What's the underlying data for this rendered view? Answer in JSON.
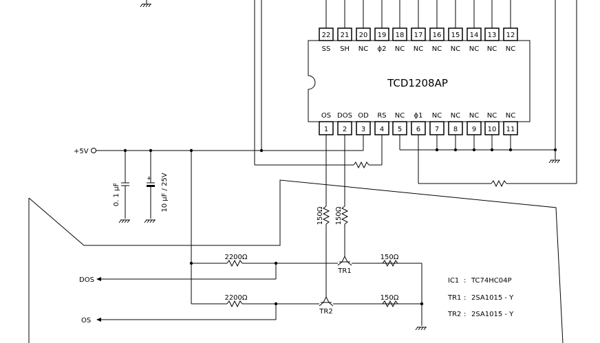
{
  "ic": {
    "name": "TCD1208AP",
    "top_pins": [
      {
        "num": "22",
        "label": "SS"
      },
      {
        "num": "21",
        "label": "SH"
      },
      {
        "num": "20",
        "label": "NC"
      },
      {
        "num": "19",
        "label": "ϕ2"
      },
      {
        "num": "18",
        "label": "NC"
      },
      {
        "num": "17",
        "label": "NC"
      },
      {
        "num": "16",
        "label": "NC"
      },
      {
        "num": "15",
        "label": "NC"
      },
      {
        "num": "14",
        "label": "NC"
      },
      {
        "num": "13",
        "label": "NC"
      },
      {
        "num": "12",
        "label": "NC"
      }
    ],
    "bottom_pins": [
      {
        "num": "1",
        "label": "OS"
      },
      {
        "num": "2",
        "label": "DOS"
      },
      {
        "num": "3",
        "label": "OD"
      },
      {
        "num": "4",
        "label": "RS"
      },
      {
        "num": "5",
        "label": "NC"
      },
      {
        "num": "6",
        "label": "ϕ1"
      },
      {
        "num": "7",
        "label": "NC"
      },
      {
        "num": "8",
        "label": "NC"
      },
      {
        "num": "9",
        "label": "NC"
      },
      {
        "num": "10",
        "label": "NC"
      },
      {
        "num": "11",
        "label": "NC"
      }
    ]
  },
  "labels": {
    "supply": "+5V",
    "cap1": "0. 1 μF",
    "cap2": "10 μF / 25V",
    "r_tr1_emitter": "150Ω",
    "r_tr2_emitter": "150Ω",
    "r_dos_base": "2200Ω",
    "r_os_base": "2200Ω",
    "r_dos_out": "150Ω",
    "r_os_out": "150Ω",
    "tr1": "TR1",
    "tr2": "TR2",
    "out_dos": "DOS",
    "out_os": "OS"
  },
  "legend": [
    {
      "key": "IC1",
      "sep": ":",
      "value": "TC74HC04P"
    },
    {
      "key": "TR1",
      "sep": ":",
      "value": "2SA1015 - Y"
    },
    {
      "key": "TR2",
      "sep": ":",
      "value": "2SA1015 - Y"
    }
  ]
}
